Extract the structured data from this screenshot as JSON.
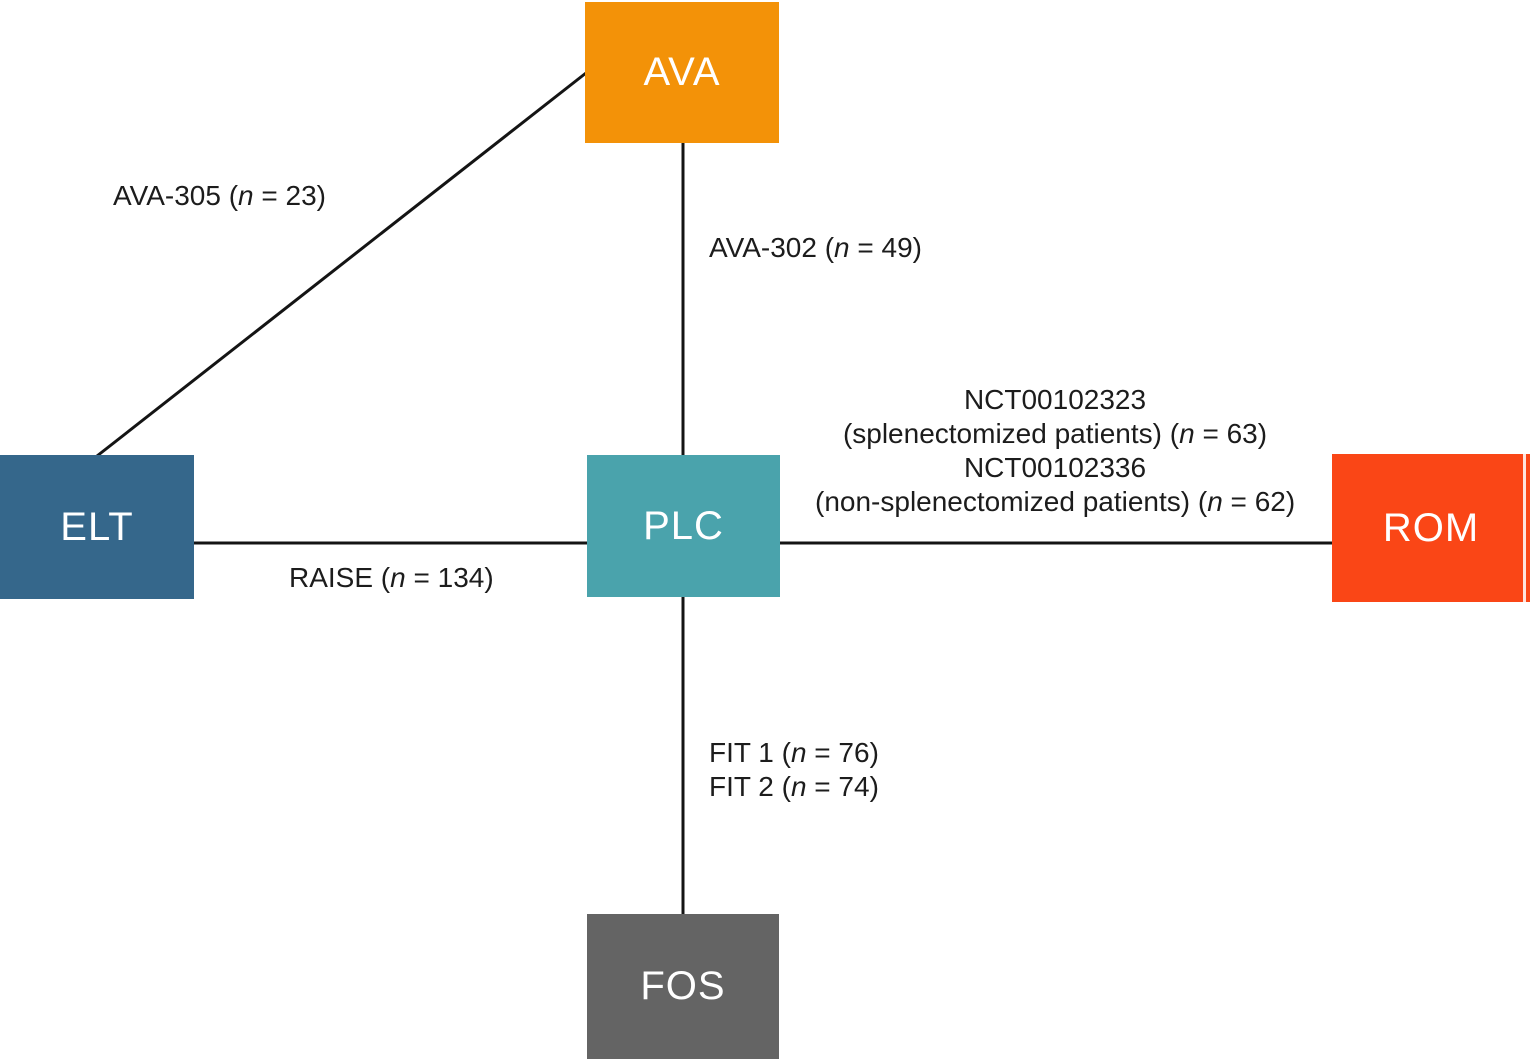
{
  "figure": {
    "type": "network-evidence-diagram",
    "background": "#ffffff",
    "line_color": "#141414",
    "label_color": "#1c1c1c"
  },
  "nodes": {
    "ava": {
      "label": "AVA",
      "color": "#F39208",
      "text_color": "#ffffff"
    },
    "elt": {
      "label": "ELT",
      "color": "#35678B",
      "text_color": "#ffffff"
    },
    "plc": {
      "label": "PLC",
      "color": "#4AA3AC",
      "text_color": "#ffffff"
    },
    "rom": {
      "label": "ROM",
      "color": "#FA4616",
      "text_color": "#ffffff"
    },
    "fos": {
      "label": "FOS",
      "color": "#646464",
      "text_color": "#ffffff"
    }
  },
  "edges": {
    "elt_ava": {
      "from": "elt",
      "to": "ava",
      "lines": [
        {
          "pre": "AVA-305 (",
          "n": "n",
          "post": " = 23)"
        }
      ]
    },
    "ava_plc": {
      "from": "ava",
      "to": "plc",
      "lines": [
        {
          "pre": "AVA-302 (",
          "n": "n",
          "post": " = 49)"
        }
      ]
    },
    "elt_plc": {
      "from": "elt",
      "to": "plc",
      "lines": [
        {
          "pre": "RAISE (",
          "n": "n",
          "post": " = 134)"
        }
      ]
    },
    "plc_rom": {
      "from": "plc",
      "to": "rom",
      "lines": [
        {
          "pre": "NCT00102323",
          "n": "",
          "post": ""
        },
        {
          "pre": "(splenectomized patients) (",
          "n": "n",
          "post": " = 63)"
        },
        {
          "pre": "NCT00102336",
          "n": "",
          "post": ""
        },
        {
          "pre": "(non-splenectomized patients) (",
          "n": "n",
          "post": " = 62)"
        }
      ]
    },
    "plc_fos": {
      "from": "plc",
      "to": "fos",
      "lines": [
        {
          "pre": "FIT 1 (",
          "n": "n",
          "post": " = 76)"
        },
        {
          "pre": "FIT 2 (",
          "n": "n",
          "post": " = 74)"
        }
      ]
    }
  }
}
